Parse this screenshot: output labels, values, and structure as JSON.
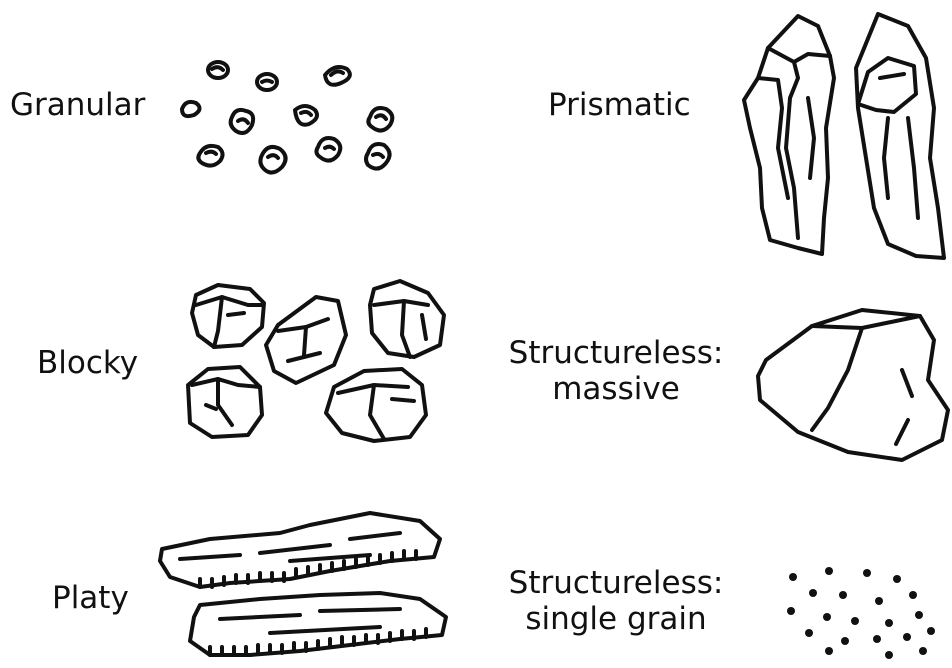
{
  "structures": [
    {
      "label": "Granular"
    },
    {
      "label": "Prismatic"
    },
    {
      "label": "Blocky"
    },
    {
      "label": "Structureless:",
      "sublabel": "massive"
    },
    {
      "label": "Platy"
    },
    {
      "label": "Structureless:",
      "sublabel": "single grain"
    }
  ]
}
